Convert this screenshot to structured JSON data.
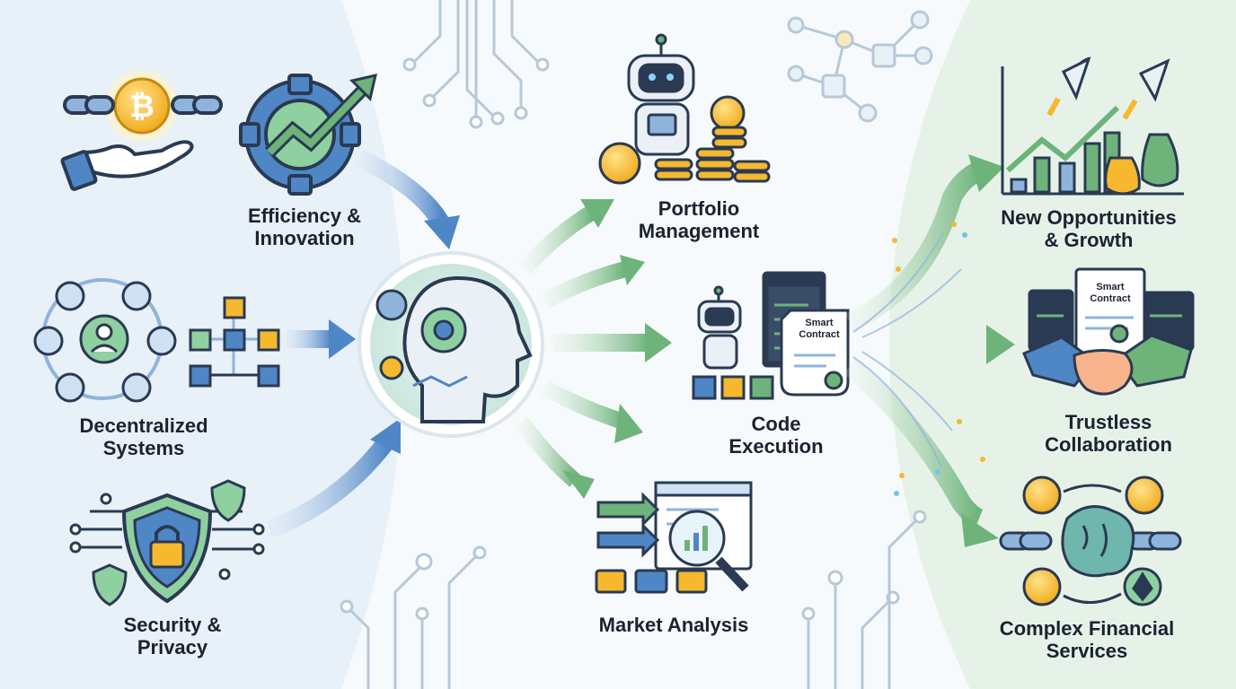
{
  "colors": {
    "blue": "#4f86c6",
    "green": "#6db37a",
    "gold": "#f5b82e",
    "navy": "#2a3a52",
    "teal": "#cfe6e4"
  },
  "icons": {
    "hub": "ai-head-icon",
    "efficiency": "gear-growth-icon",
    "decentralized": "network-icon",
    "security": "shield-lock-icon",
    "portfolio": "robot-coins-icon",
    "code": "robot-smart-contract-icon",
    "market": "magnifier-chart-icon",
    "growth": "rocket-growth-icon",
    "trustless": "handshake-icon",
    "complex": "brain-crypto-icon"
  },
  "inputs": {
    "efficiency": [
      "Efficiency &",
      "Innovation"
    ],
    "decentralized": [
      "Decentralized",
      "Systems"
    ],
    "security": [
      "Security &",
      "Privacy"
    ]
  },
  "functions": {
    "portfolio": [
      "Portfolio",
      "Management"
    ],
    "code": [
      "Code",
      "Execution"
    ],
    "market": [
      "Market Analysis"
    ],
    "smart_contract_doc": [
      "Smart",
      "Contract"
    ]
  },
  "outcomes": {
    "growth": [
      "New Opportunities",
      "& Growth"
    ],
    "trustless": [
      "Trustless",
      "Collaboration"
    ],
    "complex": [
      "Complex Financial",
      "Services"
    ],
    "smart_contract_doc": [
      "Smart",
      "Contract"
    ]
  }
}
